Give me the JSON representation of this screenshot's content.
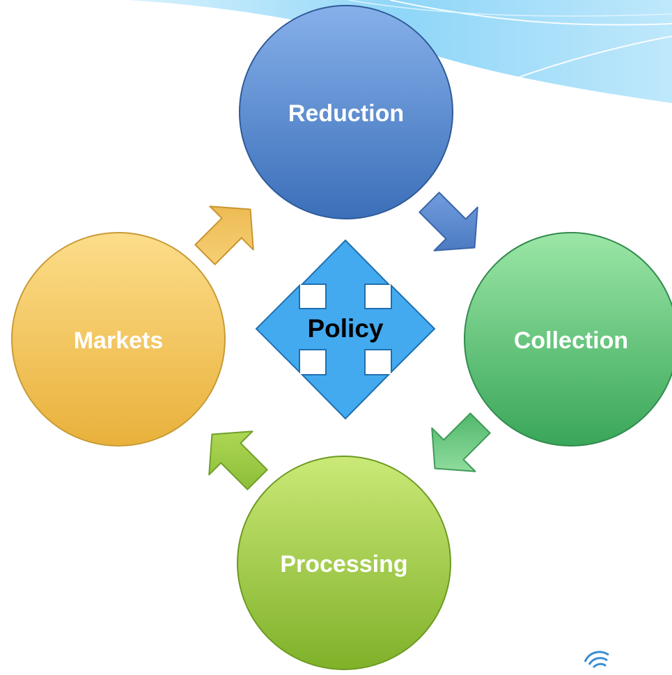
{
  "diagram": {
    "center": {
      "label": "Policy"
    },
    "nodes": [
      {
        "id": "reduction",
        "label": "Reduction"
      },
      {
        "id": "collection",
        "label": "Collection"
      },
      {
        "id": "processing",
        "label": "Processing"
      },
      {
        "id": "markets",
        "label": "Markets"
      }
    ]
  },
  "colors": {
    "reduction": "#4f81bd",
    "collection": "#4fbf6a",
    "processing": "#8dc63f",
    "markets": "#f5c04a",
    "policy": "#43aaf0",
    "header_wave": "#8fd3f7"
  }
}
